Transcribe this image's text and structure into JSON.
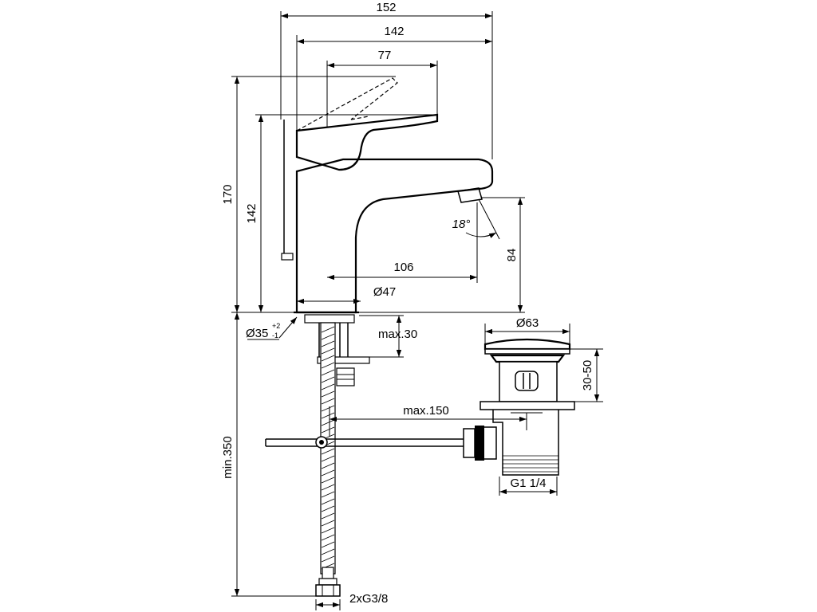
{
  "dimensions": {
    "total_width": "152",
    "body_width": "142",
    "lever_reach": "77",
    "total_height": "170",
    "body_height": "142",
    "spout_reach": "106",
    "base_diameter": "Ø47",
    "spout_clearance": "84",
    "spout_angle": "18°",
    "hole_diameter": "Ø35",
    "hole_tol_plus": "+2",
    "hole_tol_minus": "-1",
    "deck_thickness": "max.30",
    "pull_rod_length": "max.150",
    "flexible_length": "min.350",
    "flexible_thread": "2xG3/8",
    "waste_diameter": "Ø63",
    "waste_thickness_range": "30-50",
    "waste_thread": "G1 1/4"
  }
}
